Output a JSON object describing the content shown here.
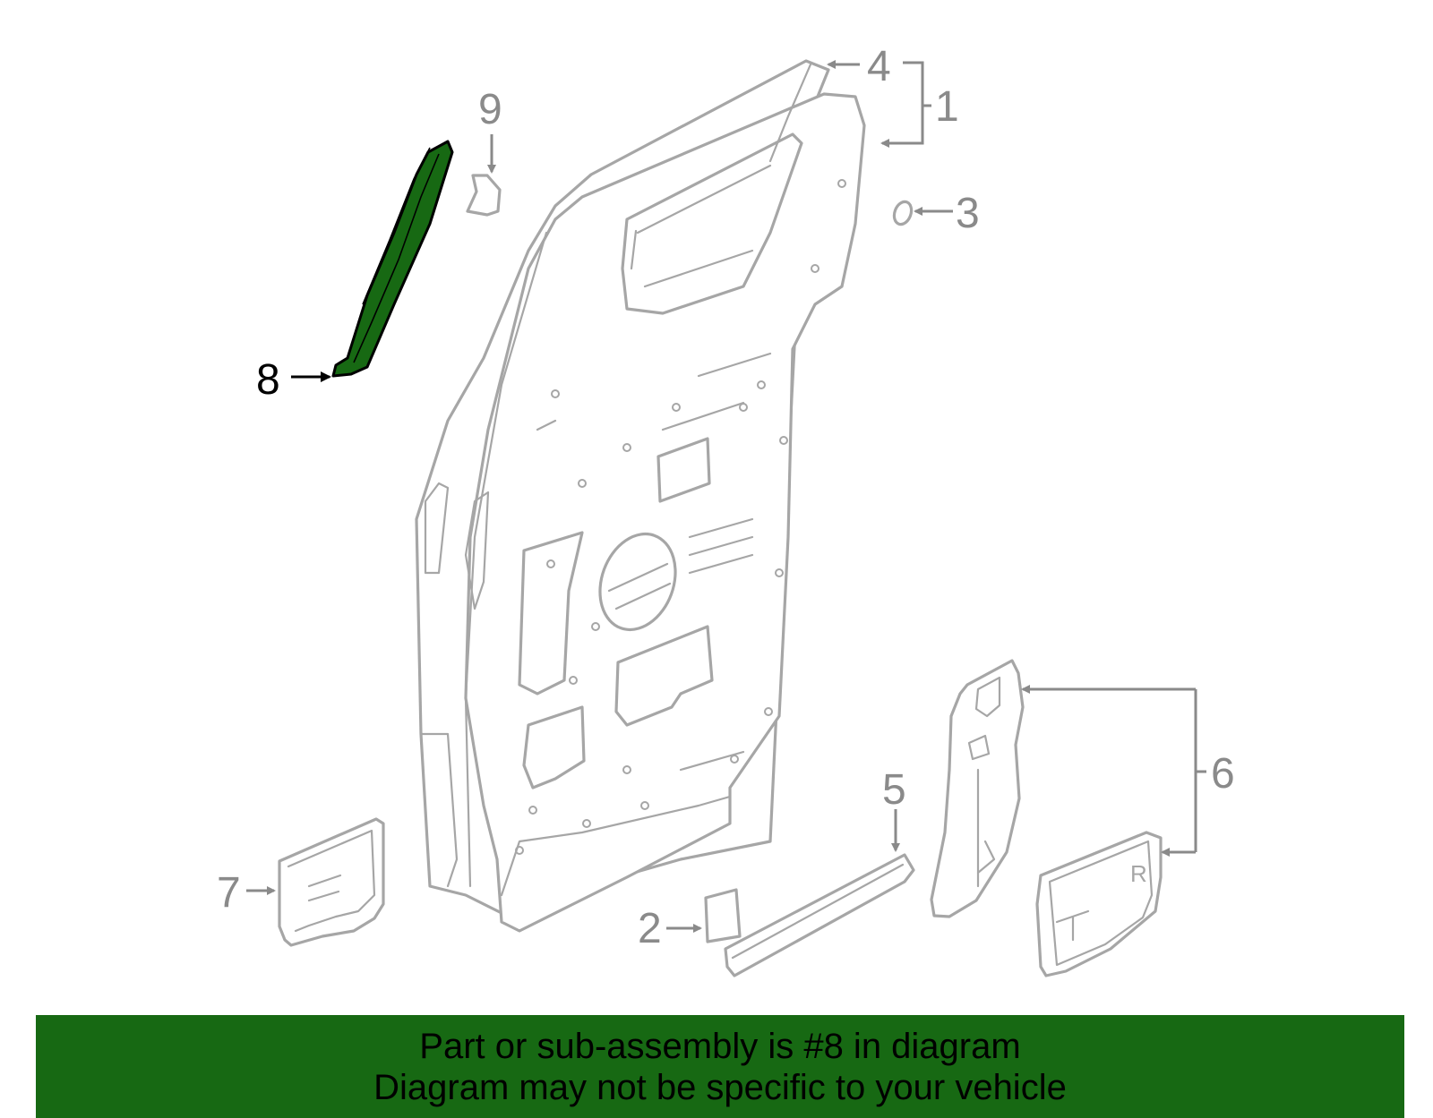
{
  "diagram": {
    "highlight_color": "#176913",
    "highlighted_part": "8",
    "callouts": {
      "c1": "1",
      "c2": "2",
      "c3": "3",
      "c4": "4",
      "c5": "5",
      "c6": "6",
      "c7": "7",
      "c8": "8",
      "c9": "9"
    },
    "door_shield_mark": "R"
  },
  "banner": {
    "line1": "Part or sub-assembly is #8 in diagram",
    "line2": "Diagram may not be specific to your vehicle",
    "background": "#176913"
  }
}
